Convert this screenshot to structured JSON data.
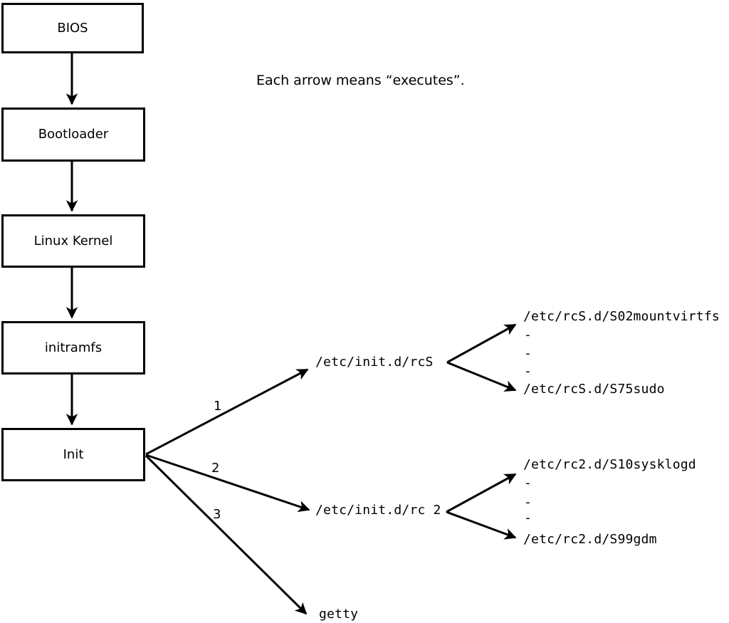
{
  "caption": "Each arrow means “executes”.",
  "chain": [
    {
      "label": "BIOS"
    },
    {
      "label": "Bootloader"
    },
    {
      "label": "Linux Kernel"
    },
    {
      "label": "initramfs"
    },
    {
      "label": "Init"
    }
  ],
  "branches": [
    {
      "number": "1",
      "target": "/etc/init.d/rcS",
      "scripts": [
        "/etc/rcS.d/S02mountvirtfs",
        "-",
        "-",
        "-",
        "/etc/rcS.d/S75sudo"
      ]
    },
    {
      "number": "2",
      "target": "/etc/init.d/rc 2",
      "scripts": [
        "/etc/rc2.d/S10sysklogd",
        "-",
        "-",
        "-",
        "/etc/rc2.d/S99gdm"
      ]
    },
    {
      "number": "3",
      "target": "getty",
      "scripts": []
    }
  ],
  "colors": {
    "line": "#000000",
    "background": "#ffffff",
    "box_fill": "#ffffff"
  }
}
